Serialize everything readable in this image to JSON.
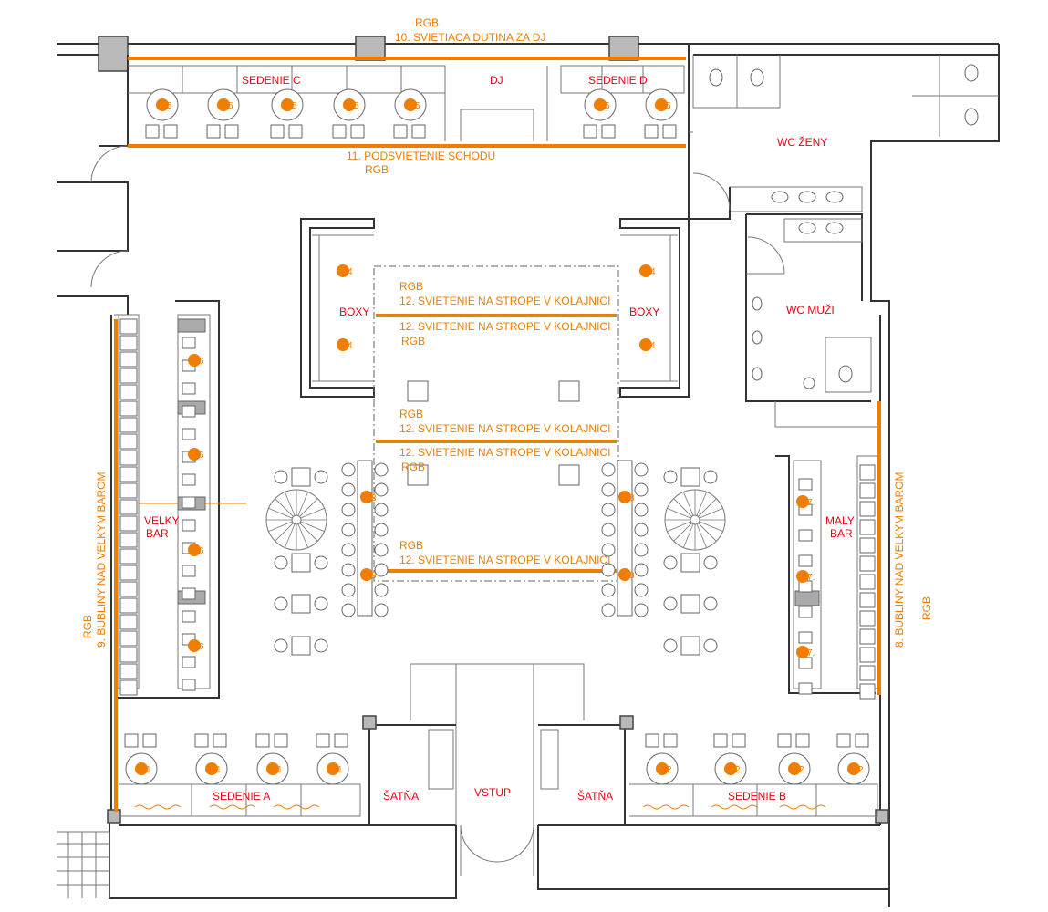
{
  "colors": {
    "red_label": "#e30613",
    "orange_light": "#f07d00",
    "wall": "#333333",
    "green_dash": "#5ab45a"
  },
  "top": {
    "rgb": "RGB",
    "dutina": "10. SVIETIACA DUTINA ZA DJ"
  },
  "zones": {
    "sedenie_c": "SEDENIE C",
    "dj": "DJ",
    "sedenie_d": "SEDENIE D",
    "wc_zeny": "WC ŽENY",
    "wc_muzi": "WC MUŽI",
    "boxy_left": "BOXY",
    "boxy_right": "BOXY",
    "velky_bar_1": "VELKY",
    "velky_bar_2": "BAR",
    "maly_bar_1": "MALY",
    "maly_bar_2": "BAR",
    "sedenie_a": "SEDENIE  A",
    "sedenie_b": "SEDENIE B",
    "satna_left": "ŠATŇA",
    "satna_right": "ŠATŇA",
    "vstup": "VSTUP"
  },
  "lighting": {
    "schod_1": "11.  PODSVIETENIE SCHODU",
    "schod_2": "RGB",
    "rgb": "RGB",
    "strop": "12. SVIETENIE NA STROPE V KOLAJNICI",
    "bubliny_velky": "9.  BUBLINY NAD VELKYM BAROM",
    "bubliny_maly": "8.  BUBLINY NAD VELKYM BAROM"
  },
  "markers": {
    "c": "5",
    "d": "5",
    "boxy": "4",
    "velky_bar": "6",
    "stoly": "3",
    "maly_bar": "7.",
    "a": "1",
    "b": "2"
  }
}
